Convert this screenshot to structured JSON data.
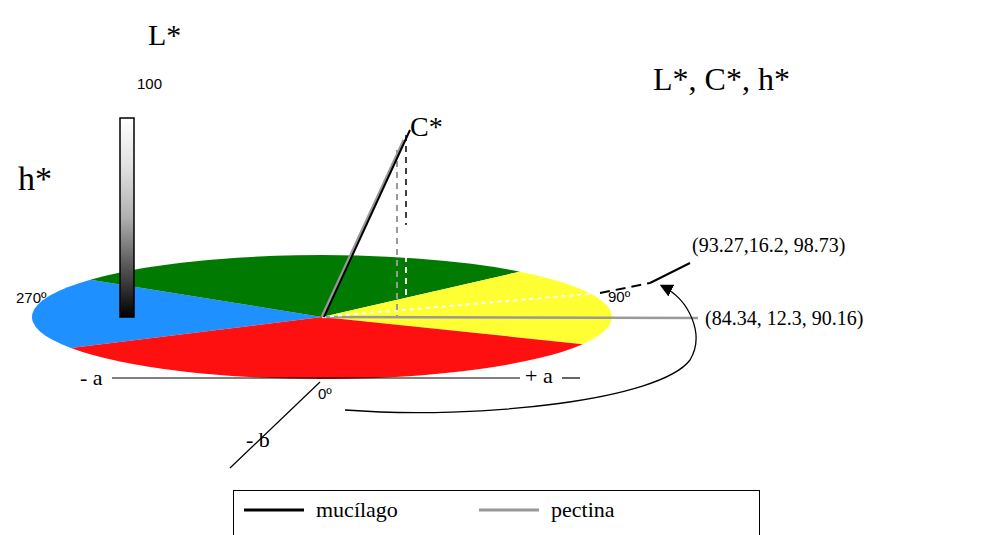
{
  "diagram": {
    "labels": [
      "L*",
      "100",
      "C*",
      "L*, C*, h*",
      "h*",
      "270º",
      "(93.27,16.2, 98.73)",
      "90º",
      "(84.34, 12.3, 90.16)",
      "- a",
      "+ a",
      "0º",
      "- b"
    ],
    "legend": [
      {
        "text": "mucílago"
      },
      {
        "text": "pectina"
      }
    ]
  }
}
